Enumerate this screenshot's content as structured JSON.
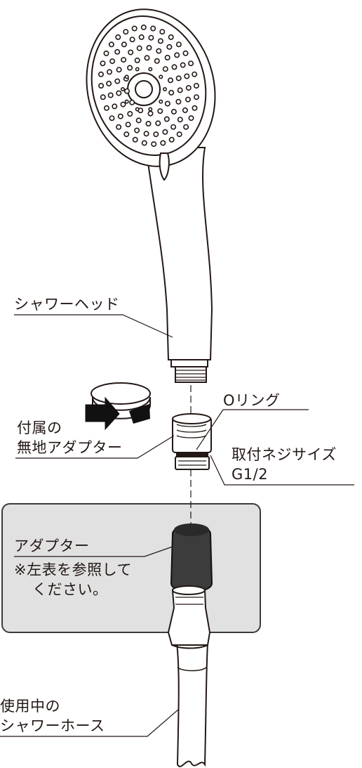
{
  "labels": {
    "shower_head": "シャワーヘッド",
    "o_ring": "Oリング",
    "adapter_supplied_line1": "付属の",
    "adapter_supplied_line2": "無地アダプター",
    "thread_size_line1": "取付ネジサイズ",
    "thread_size_line2": "G1/2",
    "adapter": "アダプター",
    "adapter_note_line1": "※左表を参照して",
    "adapter_note_line2": "ください。",
    "hose_line1": "使用中の",
    "hose_line2": "シャワーホース"
  },
  "colors": {
    "line": "#231815",
    "callout_bg": "#e1e1e1",
    "adapter_fill": "#3c3c3c",
    "arrow_fill": "#111111"
  }
}
